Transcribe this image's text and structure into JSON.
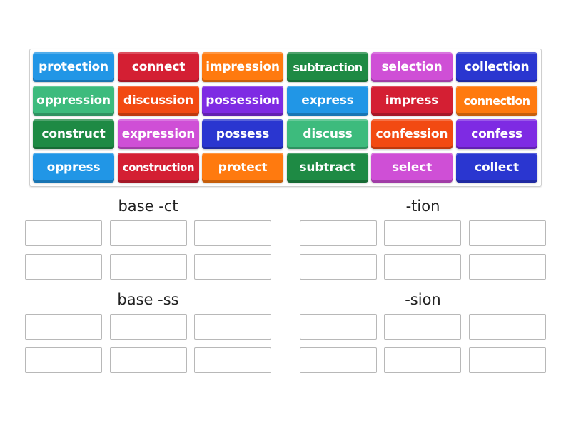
{
  "colors": {
    "blue": "#2196e6",
    "red": "#d41f33",
    "orange": "#ff7a0f",
    "green_dark": "#1e8a44",
    "magenta": "#cf4fd6",
    "navy": "#2a36d0",
    "green_light": "#3dbb7d",
    "red_orange": "#f24a12",
    "purple": "#7e2be3"
  },
  "tiles": [
    {
      "label": "protection",
      "color": "#2196e6"
    },
    {
      "label": "connect",
      "color": "#d41f33"
    },
    {
      "label": "impression",
      "color": "#ff7a0f"
    },
    {
      "label": "subtraction",
      "color": "#1e8a44"
    },
    {
      "label": "selection",
      "color": "#cf4fd6"
    },
    {
      "label": "collection",
      "color": "#2a36d0"
    },
    {
      "label": "oppression",
      "color": "#3dbb7d"
    },
    {
      "label": "discussion",
      "color": "#f24a12"
    },
    {
      "label": "possession",
      "color": "#7e2be3"
    },
    {
      "label": "express",
      "color": "#2196e6"
    },
    {
      "label": "impress",
      "color": "#d41f33"
    },
    {
      "label": "connection",
      "color": "#ff7a0f"
    },
    {
      "label": "construct",
      "color": "#1e8a44"
    },
    {
      "label": "expression",
      "color": "#cf4fd6"
    },
    {
      "label": "possess",
      "color": "#2a36d0"
    },
    {
      "label": "discuss",
      "color": "#3dbb7d"
    },
    {
      "label": "confession",
      "color": "#f24a12"
    },
    {
      "label": "confess",
      "color": "#7e2be3"
    },
    {
      "label": "oppress",
      "color": "#2196e6"
    },
    {
      "label": "construction",
      "color": "#d41f33"
    },
    {
      "label": "protect",
      "color": "#ff7a0f"
    },
    {
      "label": "subtract",
      "color": "#1e8a44"
    },
    {
      "label": "select",
      "color": "#cf4fd6"
    },
    {
      "label": "collect",
      "color": "#2a36d0"
    }
  ],
  "groups": [
    {
      "title": "base -ct",
      "slots": 6
    },
    {
      "title": "-tion",
      "slots": 6
    },
    {
      "title": "base -ss",
      "slots": 6
    },
    {
      "title": "-sion",
      "slots": 6
    }
  ]
}
